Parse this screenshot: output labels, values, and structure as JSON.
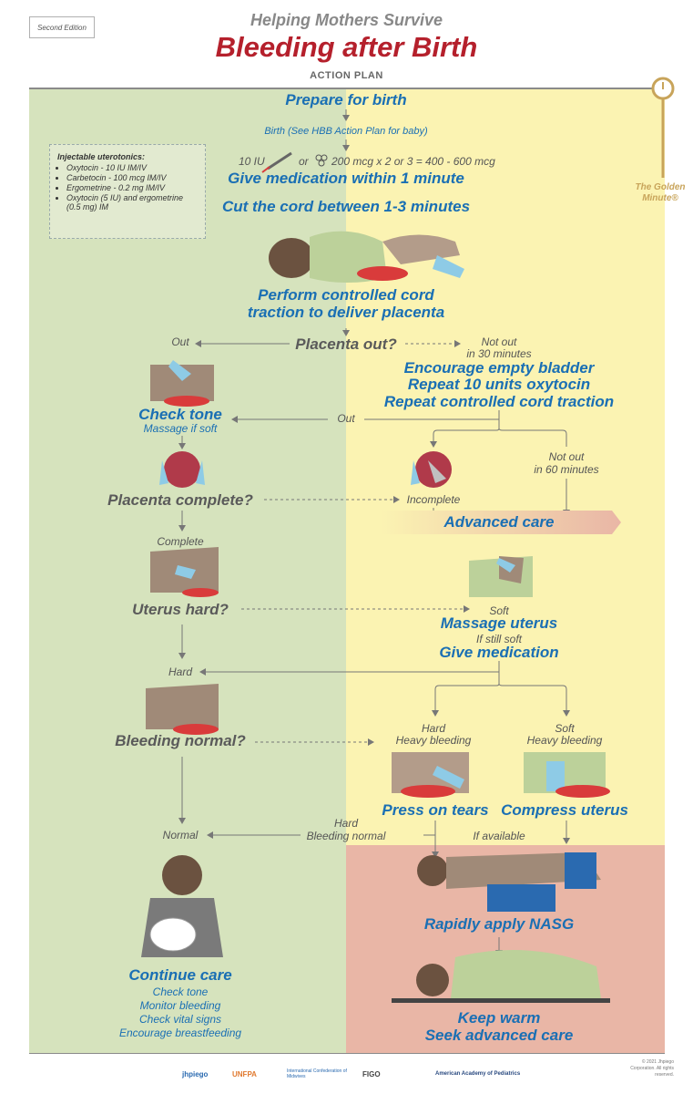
{
  "header": {
    "edition": "Second Edition",
    "series": "Helping Mothers Survive",
    "title": "Bleeding after Birth",
    "subtitle": "ACTION PLAN"
  },
  "golden_minute": "The Golden Minute®",
  "note": {
    "title": "Injectable uterotonics:",
    "items": [
      "Oxytocin - 10 IU IM/IV",
      "Carbetocin - 100 mcg IM/IV",
      "Ergometrine - 0.2 mg IM/IV",
      "Oxytocin (5 IU) and ergometrine (0.5 mg) IM"
    ]
  },
  "steps": {
    "prepare": "Prepare for birth",
    "birth": "Birth (See HBB Action Plan for baby)",
    "dose_iu": "10 IU",
    "dose_or": "or",
    "dose_mcg": "200 mcg x 2 or 3 = 400 - 600 mcg",
    "give_med": "Give medication within 1 minute",
    "cut_cord": "Cut the cord between 1-3 minutes",
    "perform_1": "Perform controlled cord",
    "perform_2": "traction to deliver placenta",
    "out_1": "Out",
    "placenta_out": "Placenta out?",
    "not_out_30_1": "Not out",
    "not_out_30_2": "in 30 minutes",
    "encourage": "Encourage empty bladder",
    "repeat_oxy": "Repeat 10 units oxytocin",
    "repeat_cct": "Repeat controlled cord traction",
    "out_2": "Out",
    "check_tone": "Check tone",
    "massage_if_soft": "Massage if soft",
    "not_out_60_1": "Not out",
    "not_out_60_2": "in 60 minutes",
    "placenta_complete": "Placenta complete?",
    "incomplete": "Incomplete",
    "advanced_care": "Advanced care",
    "complete": "Complete",
    "uterus_hard": "Uterus hard?",
    "soft_1": "Soft",
    "massage_uterus": "Massage uterus",
    "if_still_soft": "If still soft",
    "give_medication": "Give medication",
    "hard_1": "Hard",
    "bleeding_normal": "Bleeding normal?",
    "hard_2": "Hard",
    "heavy_1": "Heavy bleeding",
    "soft_2": "Soft",
    "heavy_2": "Heavy bleeding",
    "press_tears": "Press on tears",
    "compress_uterus": "Compress uterus",
    "normal": "Normal",
    "hard_3": "Hard",
    "bleeding_normal_2": "Bleeding normal",
    "if_available": "If available",
    "nasg": "Rapidly apply NASG",
    "continue_care": "Continue care",
    "care_items": [
      "Check tone",
      "Monitor bleeding",
      "Check vital signs",
      "Encourage breastfeeding"
    ],
    "keep_warm": "Keep warm",
    "seek_care": "Seek advanced care"
  },
  "footer": {
    "logos": [
      "jhpiego",
      "UNFPA",
      "International Confederation of Midwives",
      "FIGO",
      "American Academy of Pediatrics"
    ],
    "copyright": "© 2021 Jhpiego Corporation. All rights reserved."
  },
  "colors": {
    "green": "#d6e3bd",
    "yellow": "#fbf3b2",
    "pink": "#e9b6a6",
    "blue": "#1a6fb4",
    "red": "#b5202c",
    "gold": "#c8a45a"
  }
}
